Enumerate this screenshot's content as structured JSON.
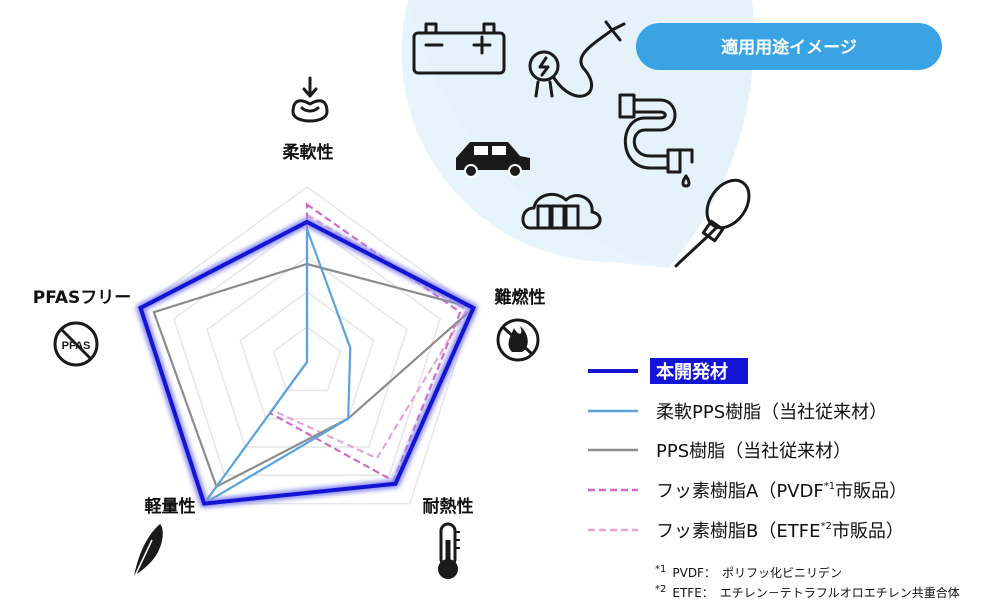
{
  "badge": {
    "label": "適用用途イメージ",
    "color": "#3aa3e3"
  },
  "chart_data": {
    "type": "radar",
    "axes": [
      "柔軟性",
      "難燃性",
      "耐熱性",
      "軽量性",
      "PFASフリー"
    ],
    "range": [
      0,
      5
    ],
    "rings": 5,
    "grid": true,
    "series": [
      {
        "name": "本開発材",
        "color": "#1414d4",
        "dash": "solid",
        "values": [
          4.0,
          5.0,
          4.3,
          5.0,
          5.0
        ]
      },
      {
        "name": "柔軟PPS樹脂（当社従来材）",
        "color": "#5aa3dc",
        "dash": "solid",
        "values": [
          3.8,
          1.3,
          2.0,
          5.0,
          0.0
        ]
      },
      {
        "name": "PPS樹脂（当社従来材）",
        "color": "#8c8c8c",
        "dash": "solid",
        "values": [
          2.8,
          5.0,
          2.0,
          4.4,
          4.6
        ]
      },
      {
        "name": "フッ素樹脂A（PVDF*1市販品）",
        "color": "#d36bc3",
        "dash": "dashed",
        "values": [
          4.5,
          4.6,
          4.2,
          1.8,
          0.0
        ]
      },
      {
        "name": "フッ素樹脂B（ETFE*2市販品）",
        "color": "#e4a5d8",
        "dash": "dashed",
        "values": [
          4.2,
          4.8,
          3.4,
          1.7,
          0.0
        ]
      }
    ]
  },
  "legend": {
    "items": [
      {
        "main": "本開発材",
        "sup": "",
        "tail": ""
      },
      {
        "main": "柔軟PPS樹脂（当社従来材）",
        "sup": "",
        "tail": ""
      },
      {
        "main": "PPS樹脂（当社従来材）",
        "sup": "",
        "tail": ""
      },
      {
        "main": "フッ素樹脂A（PVDF",
        "sup": "*1",
        "tail": "市販品）"
      },
      {
        "main": "フッ素樹脂B（ETFE",
        "sup": "*2",
        "tail": "市販品）"
      }
    ]
  },
  "footnotes": [
    {
      "mark": "*1",
      "text": "PVDF：　ポリフッ化ビニリデン"
    },
    {
      "mark": "*2",
      "text": "ETFE：　エチレン－テトラフルオロエチレン共重合体"
    }
  ],
  "icons": {
    "axes": [
      "soft-cushion-icon",
      "no-flame-icon",
      "thermometer-icon",
      "feather-icon",
      "no-pfas-icon"
    ],
    "applications": [
      "battery-icon",
      "ev-charger-cable-icon",
      "pipe-faucet-icon",
      "car-icon",
      "cloud-server-icon",
      "cable-tie-icon"
    ],
    "no_pfas_label": "PFAS"
  }
}
